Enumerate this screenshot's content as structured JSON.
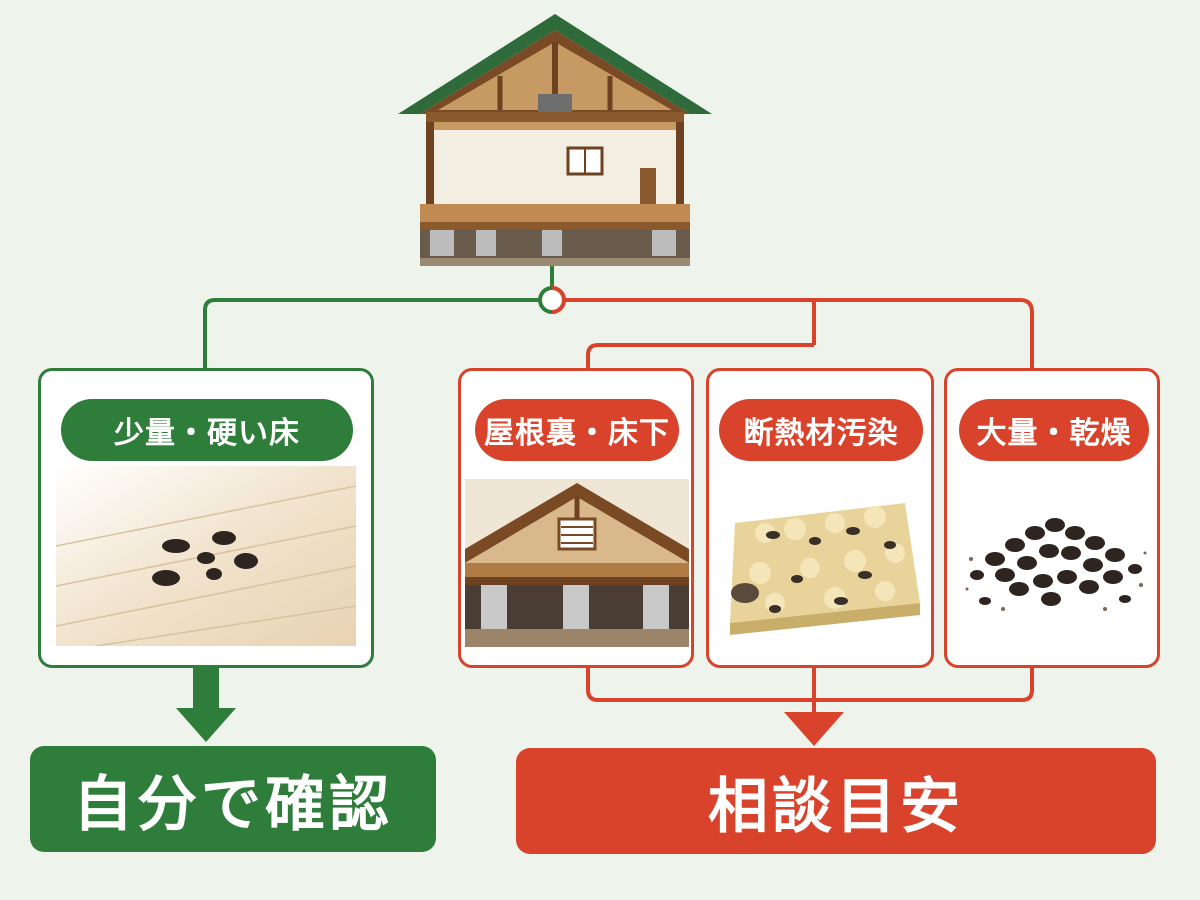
{
  "colors": {
    "safe": "#2e7d3a",
    "consult": "#d9432b",
    "background": "#eef4ec"
  },
  "branches": {
    "self_check": {
      "label": "少量・硬い床",
      "illustration": "droppings-on-wood-floor",
      "result": "自分で確認"
    },
    "consult": {
      "cases": [
        {
          "label": "屋根裏・床下",
          "illustration": "attic-and-crawlspace"
        },
        {
          "label": "断熱材汚染",
          "illustration": "contaminated-insulation"
        },
        {
          "label": "大量・乾燥",
          "illustration": "large-pile-of-dry-droppings"
        }
      ],
      "result": "相談目安"
    }
  },
  "top_illustration": "house-cross-section-icon"
}
